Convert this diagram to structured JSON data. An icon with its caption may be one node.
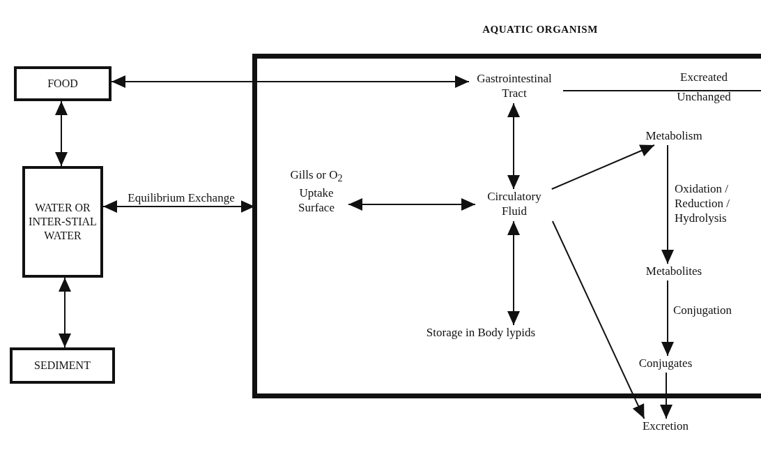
{
  "diagram": {
    "nodes": [
      {
        "text": [
          "AQUATIC ORGANISM"
        ]
      },
      {
        "text": [
          "FOOD"
        ]
      },
      {
        "text": [
          "WATER OR INTER-STIAL WATER"
        ]
      },
      {
        "text": [
          "SEDIMENT"
        ]
      },
      {
        "text": [
          "Gastrointestinal Tract"
        ],
        "in": 0
      },
      {
        "text": [
          "Excreated Unchanged"
        ],
        "in": 0
      },
      {
        "text": [
          "Gills or O$_{2}$ Uptake Surface"
        ],
        "in": 0
      },
      {
        "text": [
          "Circulatory Fluid"
        ],
        "in": 0
      },
      {
        "text": [
          "Metabolism"
        ],
        "in": 0
      },
      {
        "text": [
          "Metabolites"
        ],
        "in": 0
      },
      {
        "text": [
          "Conjugates"
        ],
        "in": 0
      },
      {
        "text": [
          "Storage in Body lypids"
        ],
        "in": 0
      },
      {
        "text": [
          "Excretion"
        ]
      }
    ],
    "edges": [
      {
        "from": 1,
        "to": 4,
        "arrow": "both"
      },
      {
        "from": 1,
        "to": 2,
        "arrow": "both"
      },
      {
        "from": 2,
        "to": 3,
        "arrow": "both"
      },
      {
        "from": 2,
        "to": 0,
        "arrow": "both",
        "label": "Equilibrium Exchange"
      },
      {
        "from": 6,
        "to": 7,
        "arrow": "both"
      },
      {
        "from": 4,
        "to": 7,
        "arrow": "both"
      },
      {
        "from": 7,
        "to": 11,
        "arrow": "both"
      },
      {
        "from": 7,
        "to": 8,
        "arrow": "to"
      },
      {
        "from": 8,
        "to": 9,
        "arrow": "to",
        "label": "Oxidation / Reduction / Hydrolysis"
      },
      {
        "from": 9,
        "to": 10,
        "arrow": "to",
        "label": "Conjugation"
      },
      {
        "from": 10,
        "to": 12,
        "arrow": "to"
      },
      {
        "from": 7,
        "to": 12,
        "arrow": "to"
      }
    ]
  }
}
